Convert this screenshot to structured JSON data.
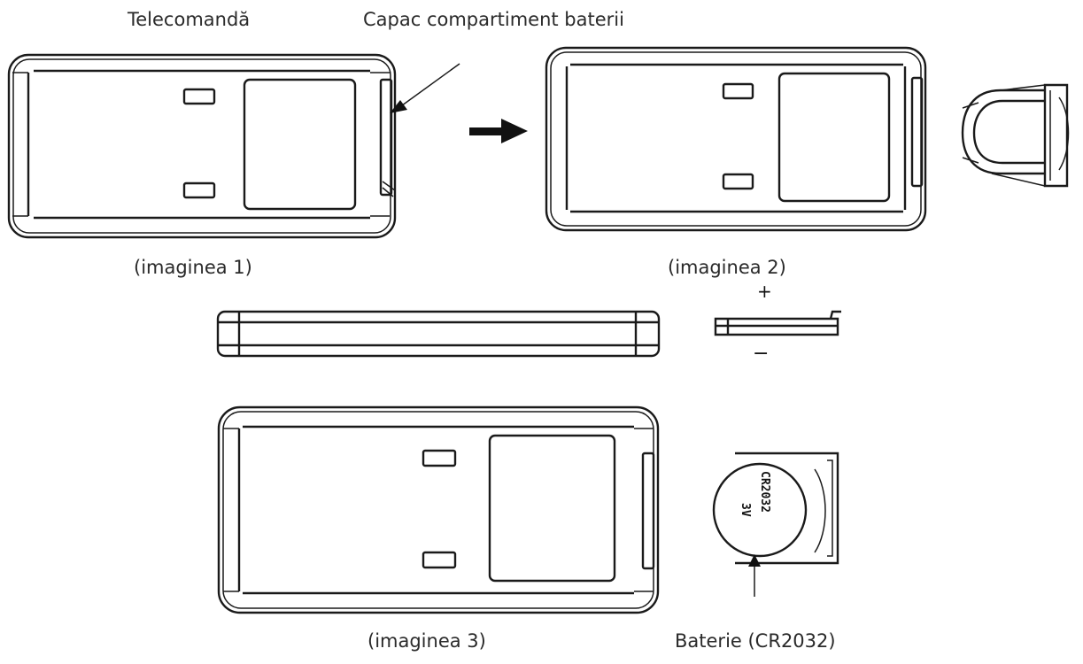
{
  "labels": {
    "remote": "Telecomandă",
    "cover": "Capac compartiment baterii",
    "img1": "(imaginea 1)",
    "img2": "(imaginea 2)",
    "img3": "(imaginea 3)",
    "battery": "Baterie (CR2032)"
  },
  "battery_side": {
    "plus": "+",
    "minus": "−"
  },
  "battery_face": {
    "model": "CR2032",
    "voltage": "3V"
  }
}
